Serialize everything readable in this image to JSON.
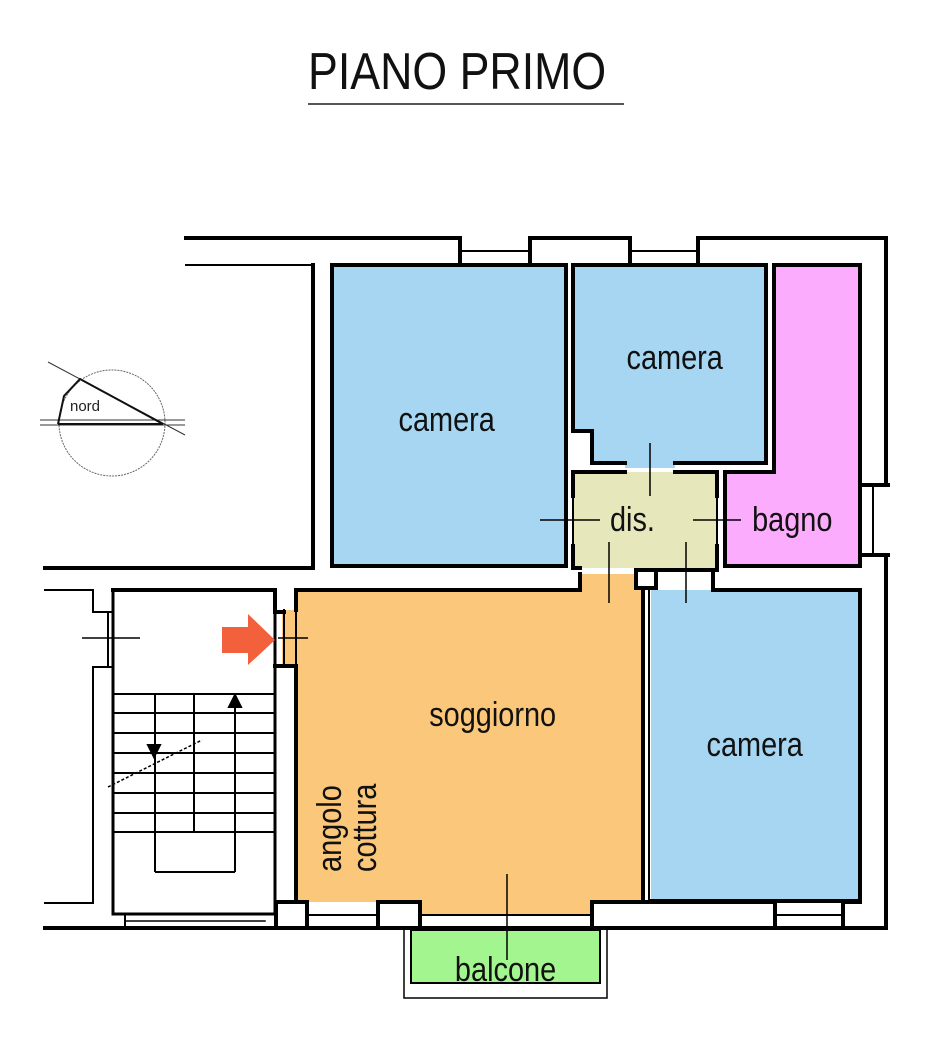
{
  "title": "PIANO PRIMO",
  "compass": {
    "label": "nord",
    "icon": "north-compass-icon"
  },
  "colors": {
    "camera": "#a6d6f2",
    "bagno": "#fcacfc",
    "disimpegno": "#e6e8bc",
    "soggiorno": "#fbc77a",
    "balcone": "#a3f58f",
    "entrance_arrow": "#f2603c",
    "wall": "#000000"
  },
  "rooms": [
    {
      "id": "camera-1",
      "label": "camera",
      "type": "camera"
    },
    {
      "id": "camera-2",
      "label": "camera",
      "type": "camera"
    },
    {
      "id": "bagno",
      "label": "bagno",
      "type": "bagno"
    },
    {
      "id": "dis",
      "label": "dis.",
      "type": "disimpegno"
    },
    {
      "id": "soggiorno",
      "label": "soggiorno",
      "type": "soggiorno"
    },
    {
      "id": "angolo-cottura",
      "label_line1": "angolo",
      "label_line2": "cottura",
      "type": "soggiorno"
    },
    {
      "id": "camera-3",
      "label": "camera",
      "type": "camera"
    },
    {
      "id": "balcone",
      "label": "balcone",
      "type": "balcone"
    }
  ],
  "entrance": {
    "icon": "entrance-arrow-icon"
  },
  "stairs": {
    "icon": "staircase-icon"
  }
}
